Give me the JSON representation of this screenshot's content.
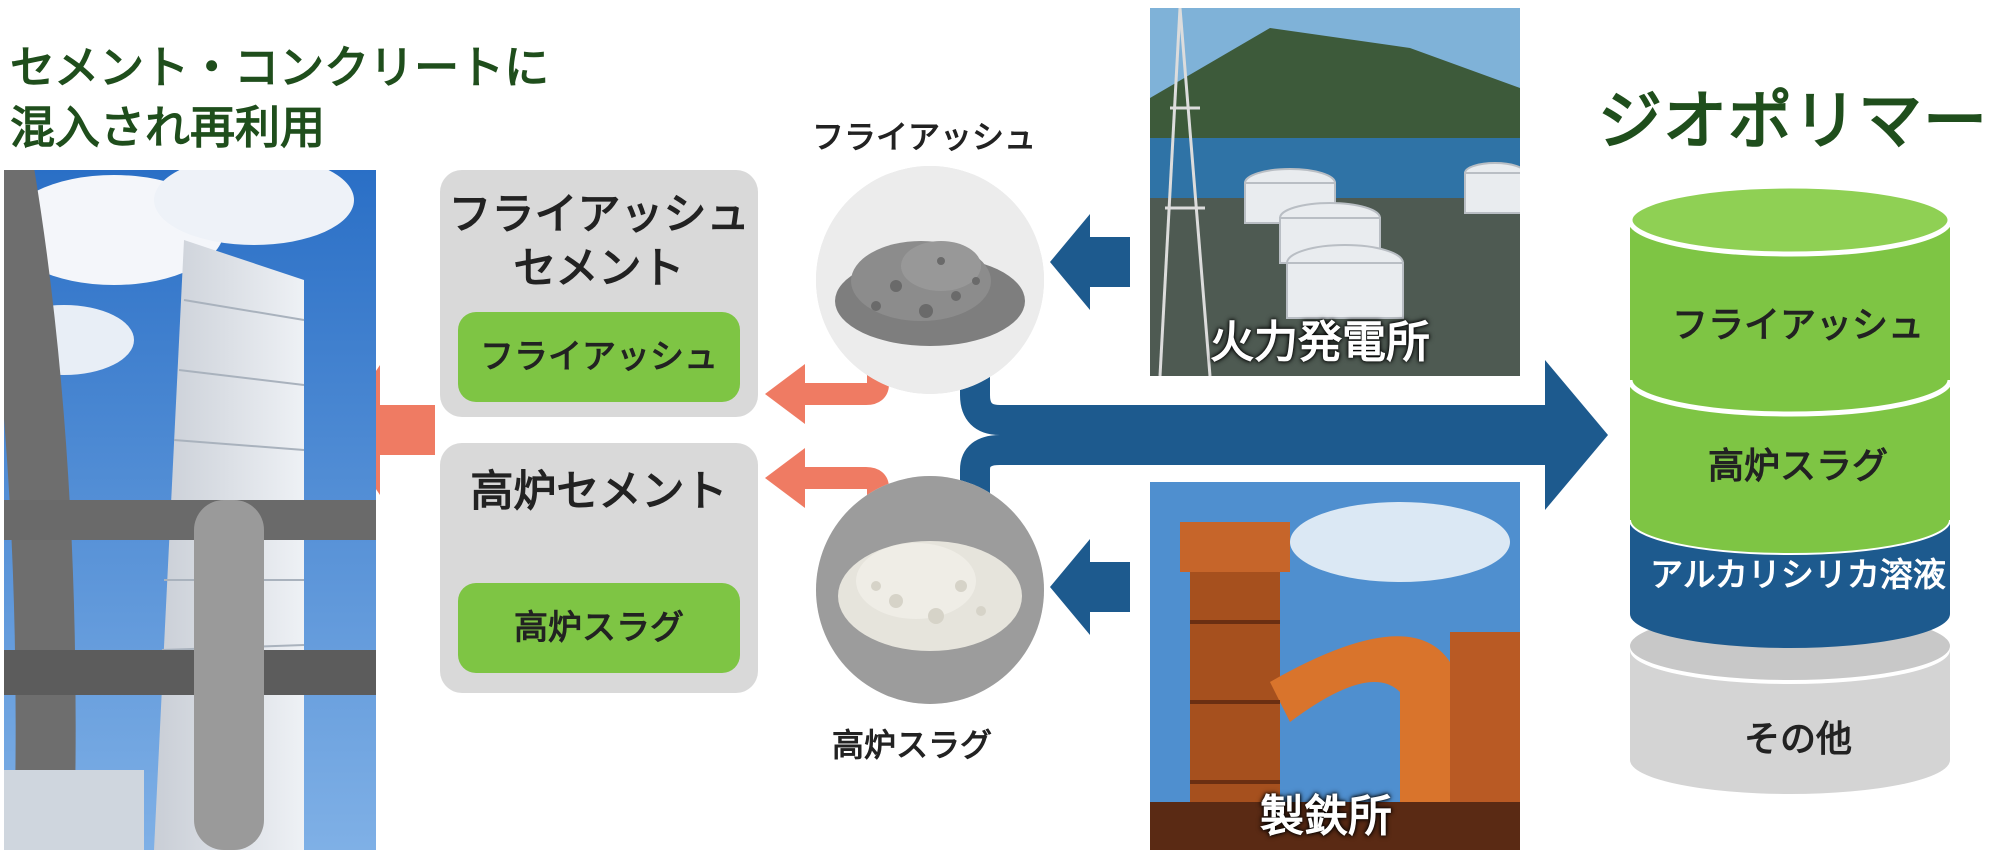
{
  "left_heading": {
    "line1": "セメント・コンクリートに",
    "line2": "混入され再利用"
  },
  "right_heading": "ジオポリマー",
  "cements": {
    "fly_ash_cement": {
      "title_line1": "フライアッシュ",
      "title_line2": "セメント",
      "component": "フライアッシュ"
    },
    "blast_furnace_cement": {
      "title": "高炉セメント",
      "component": "高炉スラグ"
    }
  },
  "samples": {
    "fly_ash": "フライアッシュ",
    "blast_furnace_slag": "高炉スラグ"
  },
  "sources": {
    "thermal_power_plant": "火力発電所",
    "steelworks": "製鉄所"
  },
  "geopolymer_layers": [
    "フライアッシュ",
    "高炉スラグ",
    "アルカリシリカ溶液",
    "その他"
  ],
  "colors": {
    "heading_green": "#1f4e1c",
    "layer_green": "#7ec544",
    "layer_blue": "#1d5a8e",
    "layer_gray": "#d4d4d4",
    "arrow_blue": "#1d5a8e",
    "arrow_salmon": "#ef7b63",
    "box_gray": "#d9d9d9"
  }
}
